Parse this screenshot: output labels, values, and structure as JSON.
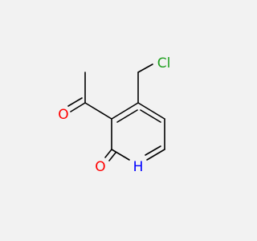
{
  "structure": {
    "bond_color": "#000000",
    "atoms": [
      {
        "id": "Cl",
        "symbol": "Cl",
        "color": "#1fa01f"
      },
      {
        "id": "O",
        "symbol": "O",
        "color": "#ff0000"
      },
      {
        "id": "N",
        "symbol": "H",
        "color": "#0000ff"
      }
    ]
  }
}
